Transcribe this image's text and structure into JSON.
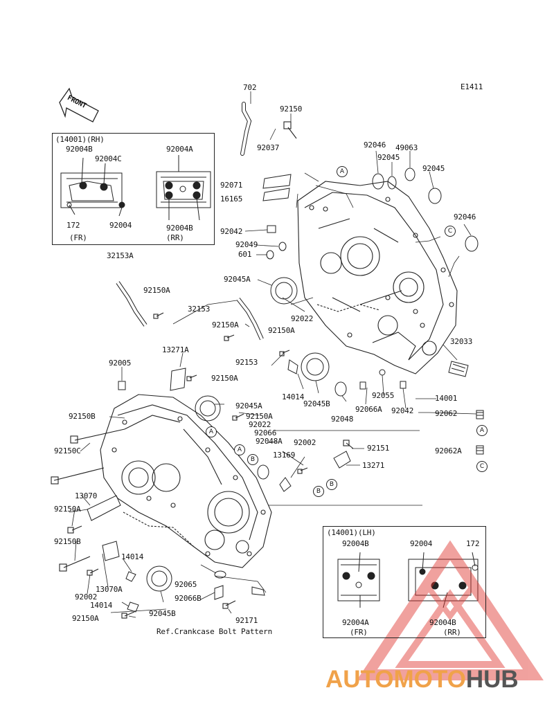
{
  "diagram": {
    "code": "E1411",
    "front_label": "FRONT",
    "footer_note": "Ref.Crankcase Bolt Pattern",
    "inset_rh": {
      "title": "(14001)(RH)",
      "parts": [
        "92004B",
        "92004C",
        "92004A",
        "172",
        "92004",
        "92004B"
      ],
      "fr": "(FR)",
      "rr": "(RR)"
    },
    "inset_lh": {
      "title": "(14001)(LH)",
      "parts": [
        "92004B",
        "92004",
        "172",
        "92004A",
        "92004B"
      ],
      "fr": "(FR)",
      "rr": "(RR)"
    },
    "parts": [
      "702",
      "92150",
      "92037",
      "92046",
      "49063",
      "92045",
      "92045",
      "92071",
      "16165",
      "92042",
      "92049",
      "601",
      "92046",
      "32153A",
      "92150A",
      "92045A",
      "32153",
      "92022",
      "92150A",
      "92150A",
      "32033",
      "92153",
      "13271A",
      "92005",
      "92150A",
      "14014",
      "92045B",
      "92048",
      "92066A",
      "92055",
      "92042",
      "14001",
      "92062",
      "92045A",
      "92150B",
      "92150A",
      "92022",
      "92066",
      "92150C",
      "92048A",
      "92002",
      "13169",
      "92151",
      "92062A",
      "13271",
      "13070",
      "92150A",
      "92150B",
      "14014",
      "13070A",
      "92065",
      "92002",
      "14014",
      "92066B",
      "92045B",
      "92150A",
      "92171"
    ],
    "callouts": [
      "A",
      "A",
      "A",
      "A",
      "B",
      "B",
      "B",
      "C",
      "C"
    ]
  },
  "watermark": {
    "part1": "AUTOMOTO",
    "part2": "HUB",
    "color_main": "#f0a24a",
    "color_dark": "#555555",
    "triangle_color": "#e0302a"
  }
}
